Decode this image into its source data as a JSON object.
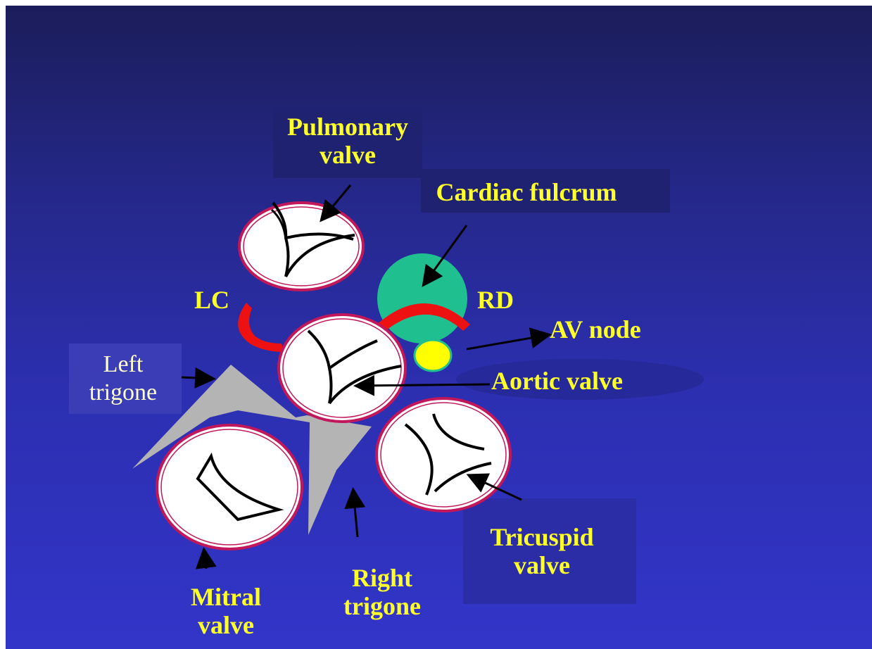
{
  "labels": {
    "pulmonary": "Pulmonary\nvalve",
    "pulmonary_line1": "Pulmonary",
    "pulmonary_line2": "valve",
    "cardiac_fulcrum": "Cardiac fulcrum",
    "lc": "LC",
    "rd": "RD",
    "av_node": "AV node",
    "left_trigone_line1": "Left",
    "left_trigone_line2": "trigone",
    "aortic_valve": "Aortic  valve",
    "tricuspid_line1": "Tricuspid",
    "tricuspid_line2": "valve",
    "right_trigone_line1": "Right",
    "right_trigone_line2": "trigone",
    "mitral_line1": "Mitral",
    "mitral_line2": "valve"
  },
  "colors": {
    "label_text": "#ffff2a",
    "trigone_text": "#ffffcc",
    "valve_ring": "#c2185b",
    "fulcrum": "#1fbf8f",
    "red_arcs": "#ee1111",
    "av_node": "#ffff00",
    "trigone_shape": "#b4b4b4"
  }
}
